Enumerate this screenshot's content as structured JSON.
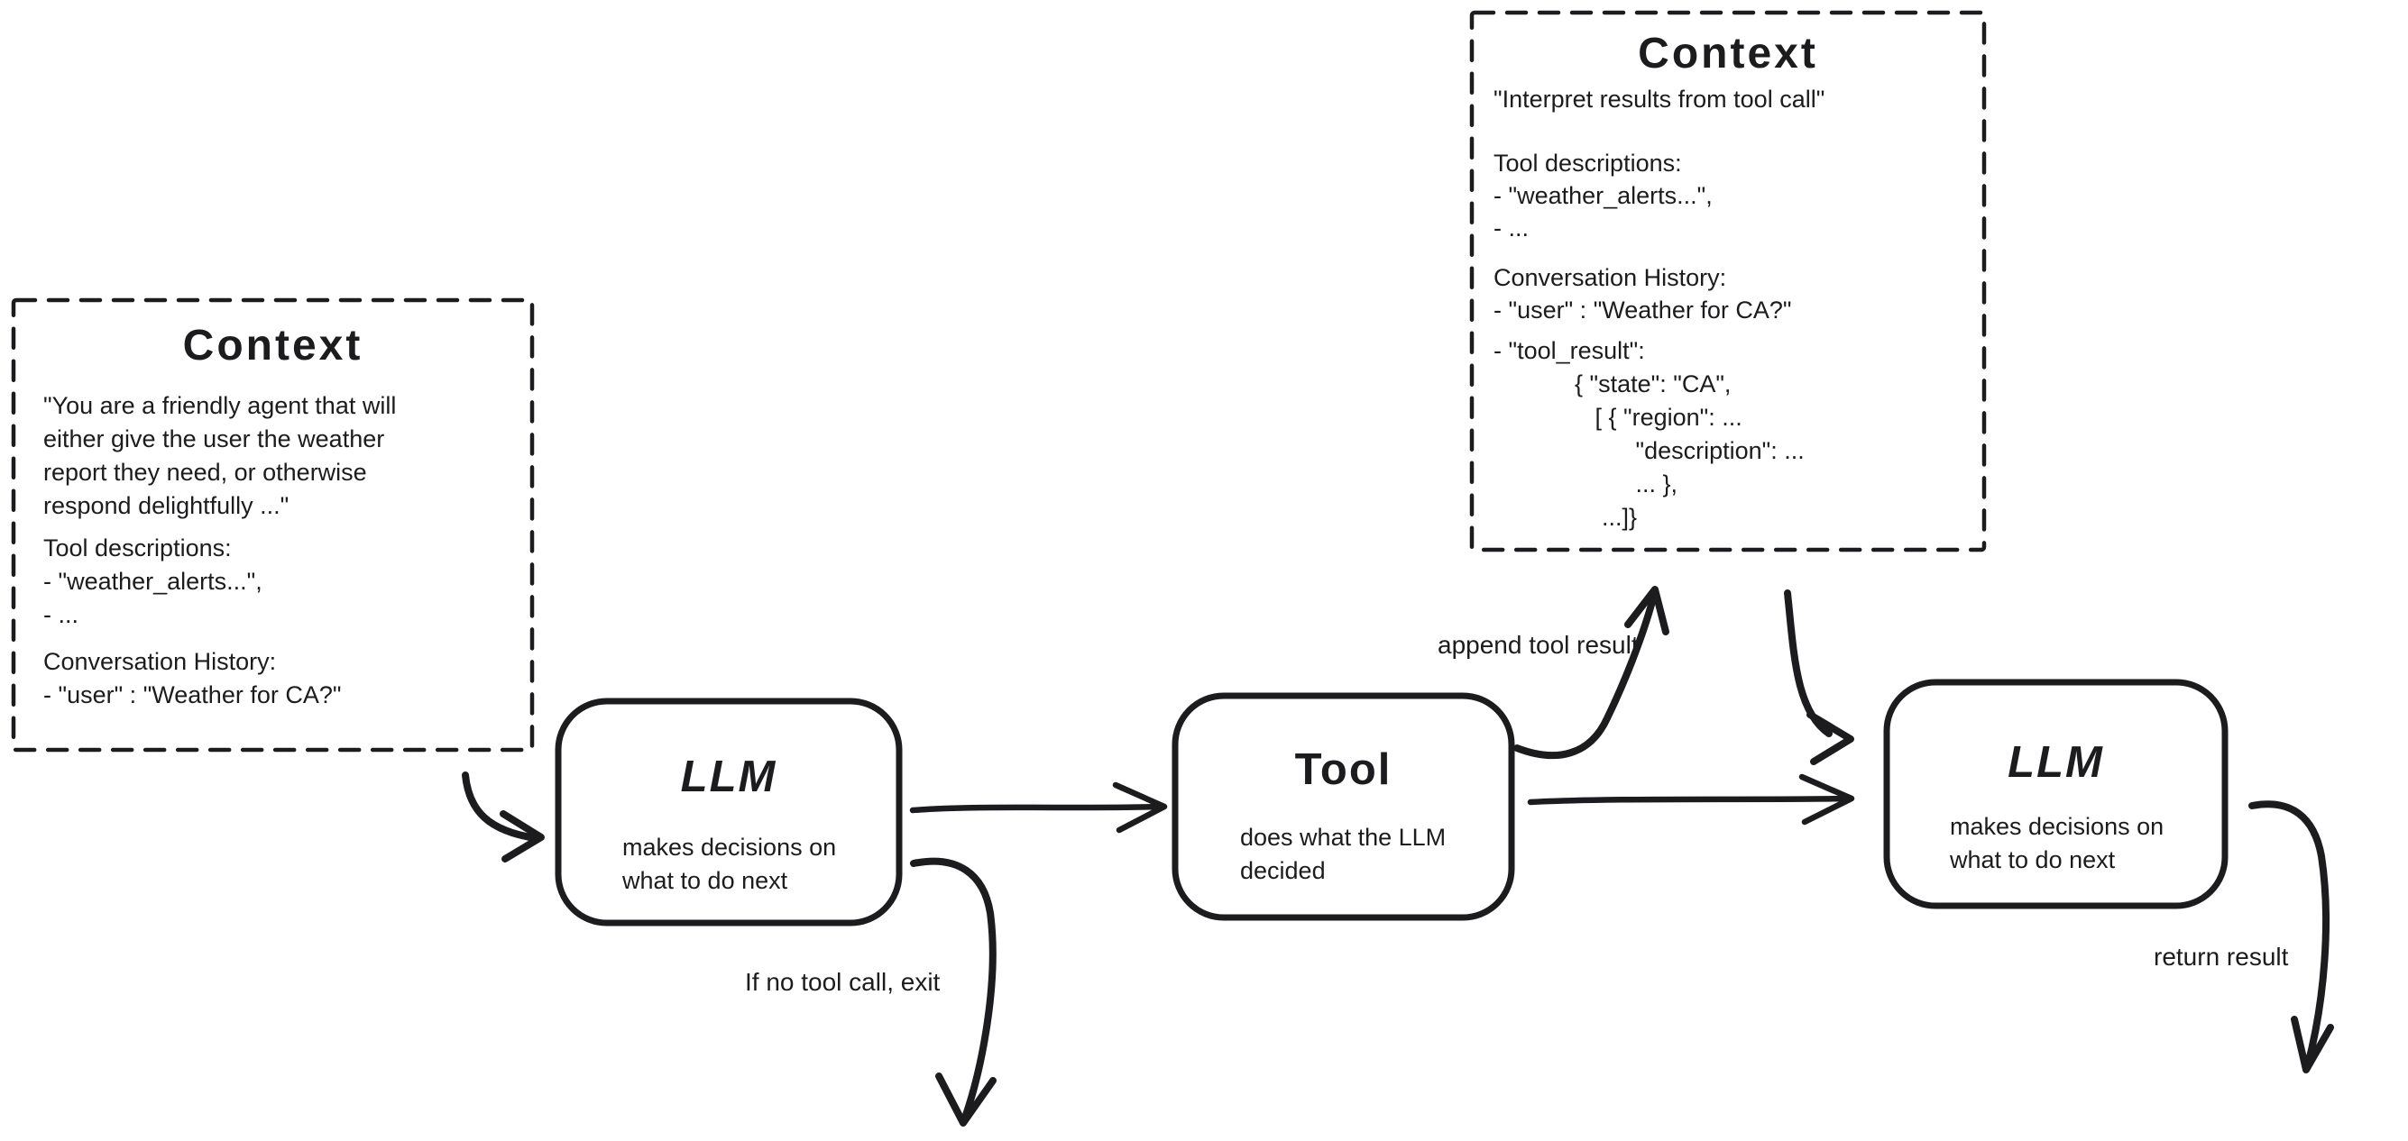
{
  "colors": {
    "ink": "#1c1c1e",
    "background": "#ffffff"
  },
  "context_left": {
    "title": "Context",
    "system_prompt": "\"You are a friendly agent that will\neither give the user the weather\nreport they need, or otherwise\nrespond delightfully ...\"",
    "tool_descriptions": "Tool descriptions:\n- \"weather_alerts...\",\n- ...",
    "conversation_history": "Conversation History:\n- \"user\" : \"Weather for CA?\""
  },
  "context_top_right": {
    "title": "Context",
    "system_prompt": "\"Interpret results from tool call\"",
    "tool_descriptions": "Tool descriptions:\n- \"weather_alerts...\",\n- ...",
    "conversation_history": "Conversation History:\n- \"user\" : \"Weather for CA?\"",
    "tool_result": "- \"tool_result\":\n            { \"state\": \"CA\",\n               [ { \"region\": ...\n                     \"description\": ...\n                     ... },\n                ...]}"
  },
  "nodes": {
    "llm_first": {
      "title": "LLM",
      "subtitle": "makes decisions on\nwhat to do next"
    },
    "tool": {
      "title": "Tool",
      "subtitle": "does what the LLM\ndecided"
    },
    "llm_second": {
      "title": "LLM",
      "subtitle": "makes decisions on\nwhat to do next"
    }
  },
  "edge_labels": {
    "append_tool_result": "append tool result",
    "if_no_tool_call_exit": "If no tool call, exit",
    "return_result": "return result"
  }
}
